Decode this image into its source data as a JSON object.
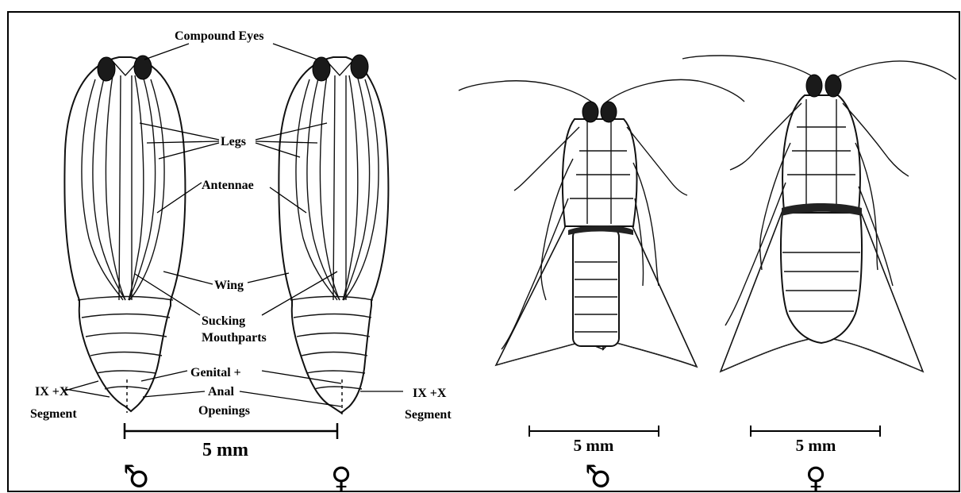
{
  "labels": {
    "compound_eyes": "Compound Eyes",
    "legs": "Legs",
    "antennae": "Antennae",
    "wing": "Wing",
    "sucking_line1": "Sucking",
    "sucking_line2": "Mouthparts",
    "genital_line1": "Genital +",
    "genital_line2": "Anal",
    "genital_line3": "Openings",
    "segment_left_line1": "IX +X",
    "segment_left_line2": "Segment",
    "segment_right_line1": "IX +X",
    "segment_right_line2": "Segment"
  },
  "scales": {
    "pupae": "5 mm",
    "adult_male": "5 mm",
    "adult_female": "5 mm"
  },
  "symbols": {
    "male": "♂",
    "female": "♀"
  },
  "colors": {
    "line": "#111111",
    "eye": "#1a1a1a",
    "background": "#ffffff"
  }
}
